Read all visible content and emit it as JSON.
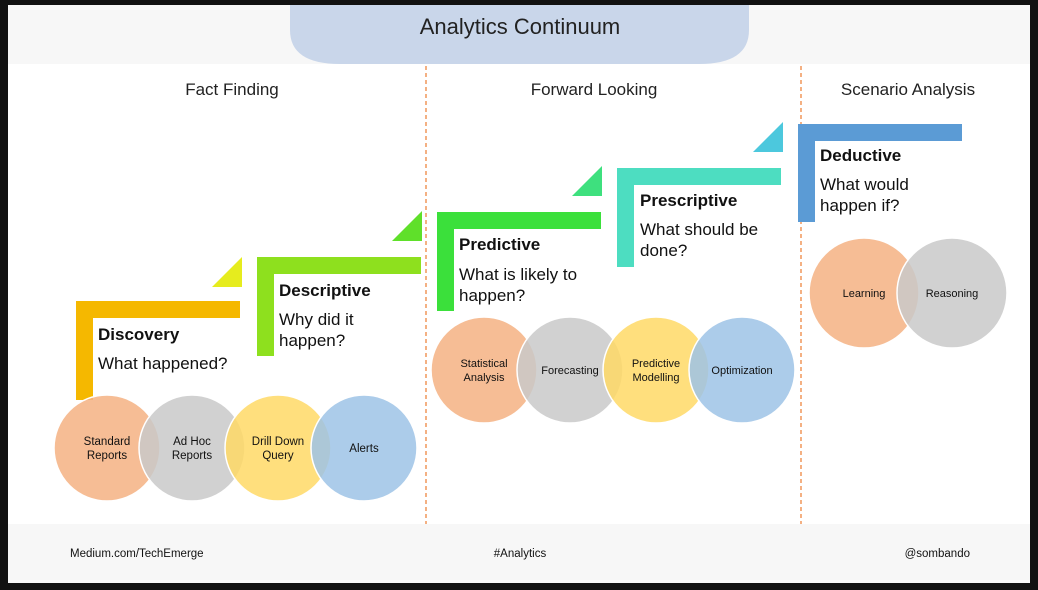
{
  "title": "Analytics Continuum",
  "sections": [
    {
      "label": "Fact Finding"
    },
    {
      "label": "Forward Looking"
    },
    {
      "label": "Scenario Analysis"
    }
  ],
  "steps": [
    {
      "heading": "Discovery",
      "lines": [
        "What happened?"
      ],
      "color": "#F5B800",
      "accent": "#E6EC1E"
    },
    {
      "heading": "Descriptive",
      "lines": [
        "Why did it",
        "happen?"
      ],
      "color": "#8EE01E",
      "accent": "#5FE02A"
    },
    {
      "heading": "Predictive",
      "lines": [
        "What is likely to",
        "happen?"
      ],
      "color": "#3BE03B",
      "accent": "#3EE07E"
    },
    {
      "heading": "Prescriptive",
      "lines": [
        "What should be",
        "done?"
      ],
      "color": "#4DDDC1",
      "accent": "#4CC8DD"
    },
    {
      "heading": "Deductive",
      "lines": [
        "What would",
        "happen if?"
      ],
      "color": "#5B9BD5",
      "accent": null
    }
  ],
  "circle_groups": [
    {
      "items": [
        {
          "lines": [
            "Standard",
            "Reports"
          ],
          "color": "#F4B183"
        },
        {
          "lines": [
            "Ad Hoc",
            "Reports"
          ],
          "color": "#C9C9C9"
        },
        {
          "lines": [
            "Drill Down",
            "Query"
          ],
          "color": "#FFD966"
        },
        {
          "lines": [
            "Alerts"
          ],
          "color": "#9DC3E6"
        }
      ]
    },
    {
      "items": [
        {
          "lines": [
            "Statistical",
            "Analysis"
          ],
          "color": "#F4B183"
        },
        {
          "lines": [
            "Forecasting"
          ],
          "color": "#C9C9C9"
        },
        {
          "lines": [
            "Predictive",
            "Modelling"
          ],
          "color": "#FFD966"
        },
        {
          "lines": [
            "Optimization"
          ],
          "color": "#9DC3E6"
        }
      ]
    },
    {
      "items": [
        {
          "lines": [
            "Learning"
          ],
          "color": "#F4B183"
        },
        {
          "lines": [
            "Reasoning"
          ],
          "color": "#C9C9C9"
        }
      ]
    }
  ],
  "footer": {
    "left": "Medium.com/TechEmerge",
    "center": "#Analytics",
    "right": "@sombando"
  },
  "colors": {
    "title_bubble": "#C9D6EA",
    "divider": "#ED7D31",
    "footer_bg": "#F7F7F7"
  }
}
